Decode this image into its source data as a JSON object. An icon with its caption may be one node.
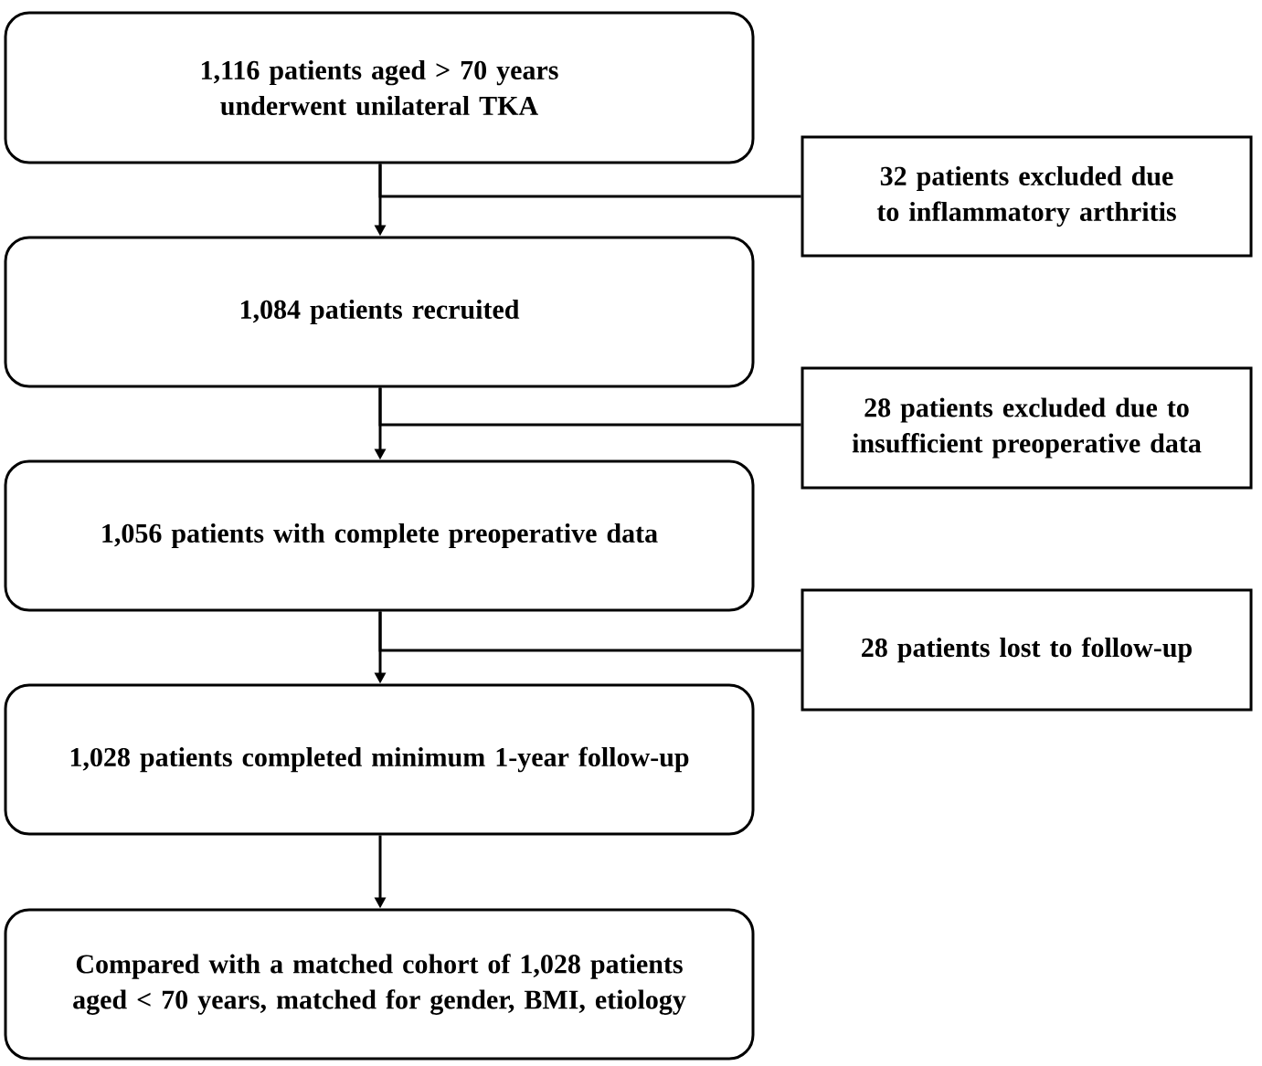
{
  "diagram": {
    "nodes": [
      {
        "text": [
          "1,116 patients aged > 70 years underwent unilateral TKA"
        ]
      },
      {
        "text": [
          "32 patients excluded due to inflammatory arthritis"
        ]
      },
      {
        "text": [
          "1,084 patients recruited"
        ]
      },
      {
        "text": [
          "28 patients excluded due to insufficient preoperative data"
        ]
      },
      {
        "text": [
          "1,056 patients with complete preoperative data"
        ]
      },
      {
        "text": [
          "28 patients lost to follow-up"
        ]
      },
      {
        "text": [
          "1,028 patients completed minimum 1-year follow-up"
        ]
      },
      {
        "text": [
          "Compared with a matched cohort of 1,028 patients aged < 70 years, matched for gender, BMI, etiology"
        ]
      }
    ],
    "edges": [
      {
        "from": 0,
        "to": 2,
        "arrow": "to"
      },
      {
        "from": 0,
        "to": 1,
        "arrow": "none"
      },
      {
        "from": 2,
        "to": 4,
        "arrow": "to"
      },
      {
        "from": 2,
        "to": 3,
        "arrow": "none"
      },
      {
        "from": 4,
        "to": 6,
        "arrow": "to"
      },
      {
        "from": 4,
        "to": 5,
        "arrow": "none"
      },
      {
        "from": 6,
        "to": 7,
        "arrow": "to"
      }
    ]
  }
}
